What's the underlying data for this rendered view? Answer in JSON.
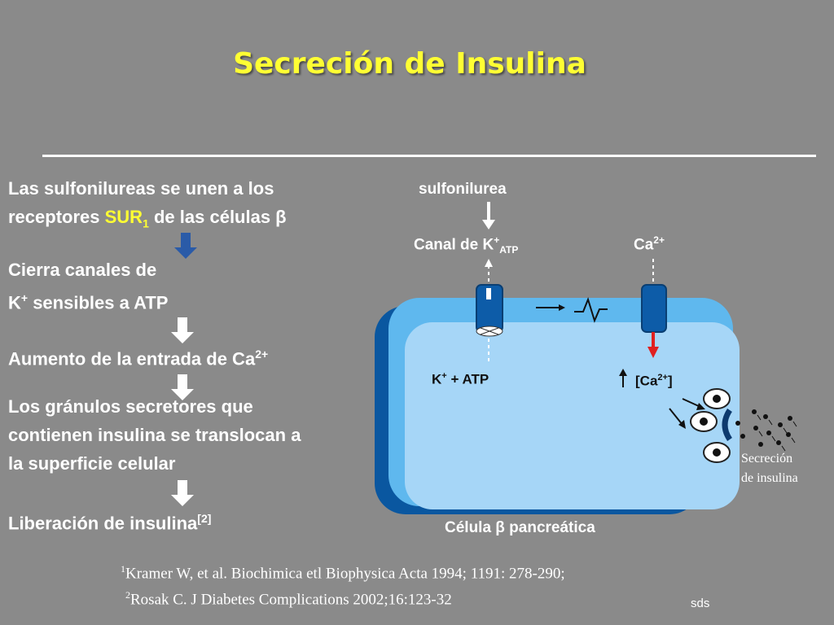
{
  "title": "Secreción de Insulina",
  "steps": {
    "step1_line1": "Las sulfonilureas se unen a los",
    "step1_pre": "receptores ",
    "step1_hl": "SUR",
    "step1_hl_sub": "1",
    "step1_post": " de las células β",
    "step2_line1": "Cierra canales de",
    "step2_line2_pre": "K",
    "step2_line2_sup": "+",
    "step2_line2_post": " sensibles a ATP",
    "step3_text": " Aumento de la entrada de Ca",
    "step3_sup": "2+",
    "step4_line1": "Los gránulos secretores que",
    "step4_line2": "contienen insulina se translocan a",
    "step4_line3": "la superficie celular",
    "step5_text": "Liberación de insulina",
    "step5_sup": "[2]"
  },
  "diagram": {
    "sulfonilurea": "sulfonilurea",
    "canal_pre": "Canal de K",
    "canal_sup": "+",
    "canal_sub": "ATP",
    "ca_label": "Ca",
    "ca_sup": "2+",
    "k_atp_k": "K",
    "k_atp_sup": "+",
    "k_atp_post": " + ATP",
    "ca_conc_pre": "[Ca",
    "ca_conc_sup": "2+",
    "ca_conc_post": "]",
    "cell_label": "Célula β pancreática",
    "secretion_line1": "Secreción",
    "secretion_line2": "de insulina"
  },
  "references": {
    "ref1_num": "1",
    "ref1_text": "Kramer W, et al. Biochimica etl Biophysica Acta 1994; 1191: 278-290;",
    "ref2_num": "2",
    "ref2_text": "Rosak C. J Diabetes Complications 2002;16:123-32"
  },
  "footer": "sds",
  "colors": {
    "background": "#8a8a8a",
    "title": "#ffff33",
    "highlight": "#ffff33",
    "cell_dark": "#0a57a0",
    "cell_mid": "#5fb8ee",
    "cell_light": "#a6d6f7",
    "channel": "#0d5ca8",
    "ca_arrow": "#e02020"
  }
}
